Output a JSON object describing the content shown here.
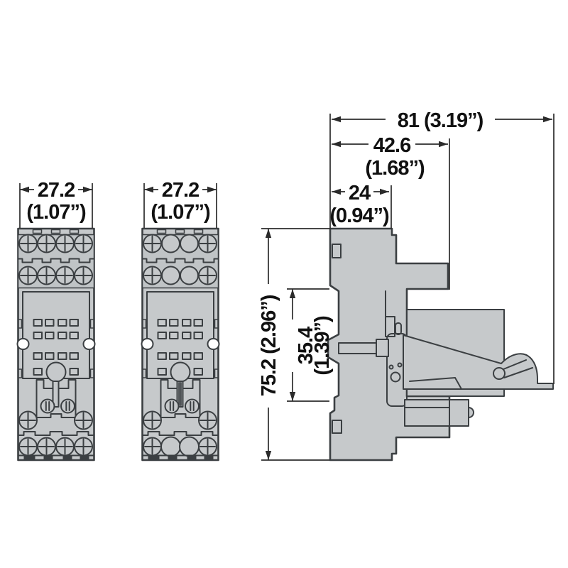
{
  "dims": {
    "socket_a_mm": "27.2",
    "socket_a_in": "(1.07”)",
    "socket_b_mm": "27.2",
    "socket_b_in": "(1.07”)",
    "overall_width": "81 (3.19”)",
    "upper_width_mm": "42.6",
    "upper_width_in": "(1.68”)",
    "front_depth_mm": "24",
    "front_depth_in": "(0.94”)",
    "overall_height": "75.2 (2.96”)",
    "rail_height_mm": "35.4",
    "rail_height_in": "(1.39”)"
  },
  "colors": {
    "background": "#ffffff",
    "part_fill": "#c6c9cb",
    "terminal_fill": "#c0c4c6",
    "drawing_line": "#3b3f42",
    "dimension_line": "#2b2b2b",
    "text": "#111111"
  }
}
